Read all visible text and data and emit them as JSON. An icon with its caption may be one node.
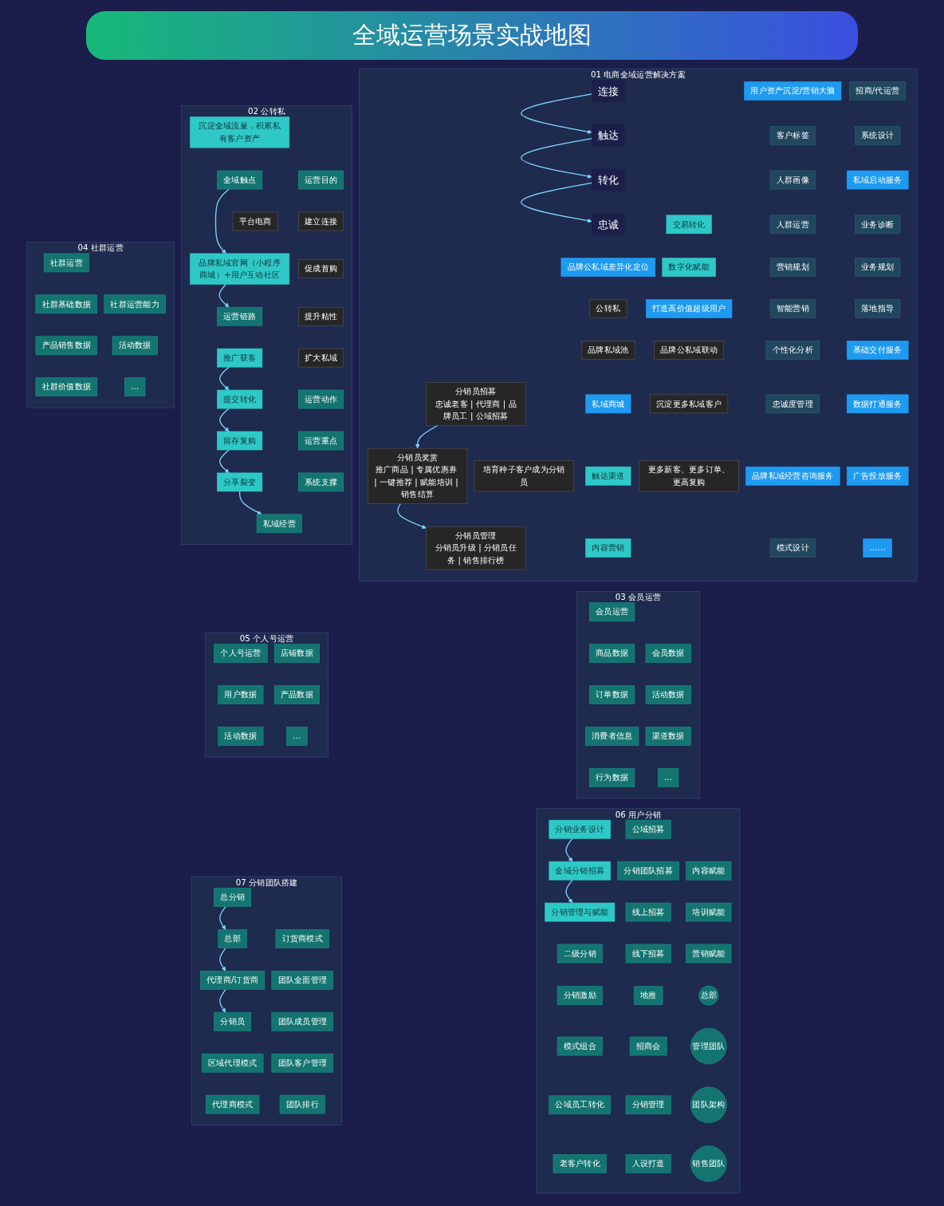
{
  "diagram": {
    "title": "全域运营场景实战地图",
    "nodes": [
      {
        "text": [
          "01 电商全域运营解决方案"
        ]
      },
      {
        "text": [
          "连接"
        ],
        "in": 0
      },
      {
        "text": [
          "触达"
        ],
        "in": 0
      },
      {
        "text": [
          "转化"
        ],
        "in": 0
      },
      {
        "text": [
          "忠诚"
        ],
        "in": 0
      },
      {
        "text": [
          "品牌公私域差异化定位"
        ],
        "in": 0
      },
      {
        "text": [
          "公转私"
        ],
        "in": 0
      },
      {
        "text": [
          "品牌私域池"
        ],
        "in": 0
      },
      {
        "text": [
          "私域商城"
        ],
        "in": 0
      },
      {
        "text": [
          "触达渠道"
        ],
        "in": 0
      },
      {
        "text": [
          "内容营销"
        ],
        "in": 0
      },
      {
        "text": [
          "交易转化"
        ],
        "in": 0
      },
      {
        "text": [
          "数字化赋能"
        ],
        "in": 0
      },
      {
        "text": [
          "打造高价值超级用户"
        ],
        "in": 0
      },
      {
        "text": [
          "品牌公私域联动"
        ],
        "in": 0
      },
      {
        "text": [
          "沉淀更多私域客户"
        ],
        "in": 0
      },
      {
        "text": [
          "更多新客、更多订单、更高复购"
        ],
        "in": 0
      },
      {
        "text": [
          "分销员管理",
          "分销员升级 | 分销员任务 | 销售排行榜"
        ],
        "in": 0
      },
      {
        "text": [
          "分销员奖赏",
          "推广商品 | 专属优惠券 | 一键推荐 | 赋能培训 | 销售结算"
        ],
        "in": 0
      },
      {
        "text": [
          "分销员招募",
          "忠诚老客 | 代理商 | 品牌员工 | 公域招募"
        ],
        "in": 0
      },
      {
        "text": [
          "培育种子客户成为分销员"
        ],
        "in": 0
      },
      {
        "text": [
          "用户资产沉淀/营销大脑"
        ],
        "in": 0
      },
      {
        "text": [
          "客户标签"
        ],
        "in": 0
      },
      {
        "text": [
          "人群画像"
        ],
        "in": 0
      },
      {
        "text": [
          "人群运营"
        ],
        "in": 0
      },
      {
        "text": [
          "营销规划"
        ],
        "in": 0
      },
      {
        "text": [
          "智能营销"
        ],
        "in": 0
      },
      {
        "text": [
          "个性化分析"
        ],
        "in": 0
      },
      {
        "text": [
          "忠诚度管理"
        ],
        "in": 0
      },
      {
        "text": [
          "品牌私域经营咨询服务"
        ],
        "in": 0
      },
      {
        "text": [
          "模式设计"
        ],
        "in": 0
      },
      {
        "text": [
          "招商/代运营"
        ],
        "in": 0
      },
      {
        "text": [
          "系统设计"
        ],
        "in": 0
      },
      {
        "text": [
          "私域启动服务"
        ],
        "in": 0
      },
      {
        "text": [
          "业务诊断"
        ],
        "in": 0
      },
      {
        "text": [
          "业务规划"
        ],
        "in": 0
      },
      {
        "text": [
          "落地指导"
        ],
        "in": 0
      },
      {
        "text": [
          "基础交付服务"
        ],
        "in": 0
      },
      {
        "text": [
          "数据打通服务"
        ],
        "in": 0
      },
      {
        "text": [
          "广告投放服务"
        ],
        "in": 0
      },
      {
        "text": [
          "……"
        ],
        "in": 0
      },
      {
        "text": [
          "02 公转私"
        ]
      },
      {
        "text": [
          "沉淀全域流量，积累私有客户资产"
        ],
        "in": 41
      },
      {
        "text": [
          "全域触点"
        ],
        "in": 41
      },
      {
        "text": [
          "平台电商"
        ],
        "in": 41
      },
      {
        "text": [
          "品牌私域官网（小程序商城）+用户互动社区"
        ],
        "in": 41
      },
      {
        "text": [
          "运营链路"
        ],
        "in": 41
      },
      {
        "text": [
          "推广获客"
        ],
        "in": 41
      },
      {
        "text": [
          "提交转化"
        ],
        "in": 41
      },
      {
        "text": [
          "留存复购"
        ],
        "in": 41
      },
      {
        "text": [
          "分享裂变"
        ],
        "in": 41
      },
      {
        "text": [
          "运营目的"
        ],
        "in": 41
      },
      {
        "text": [
          "建立连接"
        ],
        "in": 41
      },
      {
        "text": [
          "促成首购"
        ],
        "in": 41
      },
      {
        "text": [
          "提升粘性"
        ],
        "in": 41
      },
      {
        "text": [
          "扩大私域"
        ],
        "in": 41
      },
      {
        "text": [
          "运营动作"
        ],
        "in": 41
      },
      {
        "text": [
          "运营重点"
        ],
        "in": 41
      },
      {
        "text": [
          "系统支撑"
        ],
        "in": 41
      },
      {
        "text": [
          "私域经营"
        ],
        "in": 41
      },
      {
        "text": [
          "03 会员运营"
        ]
      },
      {
        "text": [
          "会员运营"
        ],
        "in": 60
      },
      {
        "text": [
          "商品数据"
        ],
        "in": 60
      },
      {
        "text": [
          "订单数据"
        ],
        "in": 60
      },
      {
        "text": [
          "消费者信息"
        ],
        "in": 60
      },
      {
        "text": [
          "行为数据"
        ],
        "in": 60
      },
      {
        "text": [
          "会员数据"
        ],
        "in": 60
      },
      {
        "text": [
          "活动数据"
        ],
        "in": 60
      },
      {
        "text": [
          "渠道数据"
        ],
        "in": 60
      },
      {
        "text": [
          "…"
        ],
        "in": 60
      },
      {
        "text": [
          "04 社群运营"
        ]
      },
      {
        "text": [
          "社群运营"
        ],
        "in": 70
      },
      {
        "text": [
          "社群基础数据"
        ],
        "in": 70
      },
      {
        "text": [
          "产品销售数据"
        ],
        "in": 70
      },
      {
        "text": [
          "社群价值数据"
        ],
        "in": 70
      },
      {
        "text": [
          "社群运营能力"
        ],
        "in": 70
      },
      {
        "text": [
          "活动数据"
        ],
        "in": 70
      },
      {
        "text": [
          "…"
        ],
        "in": 70
      },
      {
        "text": [
          "05 个人号运营"
        ]
      },
      {
        "text": [
          "个人号运营"
        ],
        "in": 78
      },
      {
        "text": [
          "用户数据"
        ],
        "in": 78
      },
      {
        "text": [
          "活动数据"
        ],
        "in": 78
      },
      {
        "text": [
          "店铺数据"
        ],
        "in": 78
      },
      {
        "text": [
          "产品数据"
        ],
        "in": 78
      },
      {
        "text": [
          "…"
        ],
        "in": 78
      },
      {
        "text": [
          "06 用户分销"
        ]
      },
      {
        "text": [
          "分销业务设计"
        ],
        "in": 85
      },
      {
        "text": [
          "全域分销招募"
        ],
        "in": 85
      },
      {
        "text": [
          "分销管理与赋能"
        ],
        "in": 85
      },
      {
        "text": [
          "二级分销"
        ],
        "in": 85
      },
      {
        "text": [
          "分销激励"
        ],
        "in": 85
      },
      {
        "text": [
          "模式组合"
        ],
        "in": 85
      },
      {
        "text": [
          "公域员工转化"
        ],
        "in": 85
      },
      {
        "text": [
          "老客户转化"
        ],
        "in": 85
      },
      {
        "text": [
          "公域招募"
        ],
        "in": 85
      },
      {
        "text": [
          "分销团队招募"
        ],
        "in": 85
      },
      {
        "text": [
          "线上招募"
        ],
        "in": 85
      },
      {
        "text": [
          "线下招募"
        ],
        "in": 85
      },
      {
        "text": [
          "地推"
        ],
        "in": 85
      },
      {
        "text": [
          "招商会"
        ],
        "in": 85
      },
      {
        "text": [
          "分销管理"
        ],
        "in": 85
      },
      {
        "text": [
          "人设打造"
        ],
        "in": 85
      },
      {
        "text": [
          "内容赋能"
        ],
        "in": 85
      },
      {
        "text": [
          "培训赋能"
        ],
        "in": 85
      },
      {
        "text": [
          "营销赋能"
        ],
        "in": 85
      },
      {
        "text": [
          "总部"
        ],
        "in": 85
      },
      {
        "text": [
          "管理团队"
        ],
        "in": 85
      },
      {
        "text": [
          "团队架构"
        ],
        "in": 85
      },
      {
        "text": [
          "销售团队"
        ],
        "in": 85
      },
      {
        "text": [
          "07 分销团队搭建"
        ]
      },
      {
        "text": [
          "总分销"
        ],
        "in": 109
      },
      {
        "text": [
          "总部"
        ],
        "in": 109
      },
      {
        "text": [
          "代理商/订货商"
        ],
        "in": 109
      },
      {
        "text": [
          "分销员"
        ],
        "in": 109
      },
      {
        "text": [
          "区域代理模式"
        ],
        "in": 109
      },
      {
        "text": [
          "代理商模式"
        ],
        "in": 109
      },
      {
        "text": [
          "订货商模式"
        ],
        "in": 109
      },
      {
        "text": [
          "团队全面管理"
        ],
        "in": 109
      },
      {
        "text": [
          "团队成员管理"
        ],
        "in": 109
      },
      {
        "text": [
          "团队客户管理"
        ],
        "in": 109
      },
      {
        "text": [
          "团队排行"
        ],
        "in": 109
      }
    ],
    "edges": [
      {
        "from": 1,
        "to": 2,
        "arrow": "to"
      },
      {
        "from": 2,
        "to": 3,
        "arrow": "to"
      },
      {
        "from": 3,
        "to": 4,
        "arrow": "to"
      },
      {
        "from": 19,
        "to": 18,
        "arrow": "to"
      },
      {
        "from": 18,
        "to": 17,
        "arrow": "to"
      },
      {
        "from": 43,
        "to": 45,
        "arrow": "to"
      },
      {
        "from": 45,
        "to": 46,
        "arrow": "to"
      },
      {
        "from": 47,
        "to": 48,
        "arrow": "to"
      },
      {
        "from": 48,
        "to": 49,
        "arrow": "to"
      },
      {
        "from": 49,
        "to": 50,
        "arrow": "to"
      },
      {
        "from": 50,
        "to": 59,
        "arrow": "to"
      },
      {
        "from": 86,
        "to": 87,
        "arrow": "to"
      },
      {
        "from": 87,
        "to": 88,
        "arrow": "to"
      },
      {
        "from": 110,
        "to": 111,
        "arrow": "to"
      },
      {
        "from": 111,
        "to": 112,
        "arrow": "to"
      },
      {
        "from": 112,
        "to": 113,
        "arrow": "to"
      }
    ]
  }
}
